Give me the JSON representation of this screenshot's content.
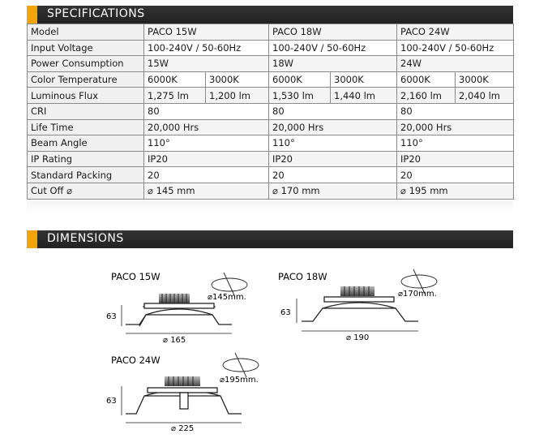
{
  "sections": {
    "specifications": "SPECIFICATIONS",
    "dimensions": "DIMENSIONS"
  },
  "colors": {
    "accent": "#f2a30f",
    "bar": "#262626"
  },
  "spec": {
    "model": {
      "label": "Model",
      "v": [
        "PACO 15W",
        "PACO 18W",
        "PACO 24W"
      ]
    },
    "input_voltage": {
      "label": "Input Voltage",
      "v": [
        "100-240V / 50-60Hz",
        "100-240V / 50-60Hz",
        "100-240V / 50-60Hz"
      ]
    },
    "power": {
      "label": "Power Consumption",
      "v": [
        "15W",
        "18W",
        "24W"
      ]
    },
    "color_temp": {
      "label": "Color Temperature",
      "v": [
        "6000K",
        "3000K",
        "6000K",
        "3000K",
        "6000K",
        "3000K"
      ]
    },
    "flux": {
      "label": "Luminous Flux",
      "v": [
        "1,275  lm",
        "1,200 lm",
        "1,530 lm",
        "1,440 lm",
        "2,160 lm",
        "2,040 lm"
      ]
    },
    "cri": {
      "label": "CRI",
      "v": [
        "80",
        "80",
        "80"
      ]
    },
    "life": {
      "label": "Life Time",
      "v": [
        "20,000 Hrs",
        "20,000 Hrs",
        "20,000 Hrs"
      ]
    },
    "beam": {
      "label": "Beam Angle",
      "v": [
        "110°",
        "110°",
        "110°"
      ]
    },
    "ip": {
      "label": "IP Rating",
      "v": [
        "IP20",
        "IP20",
        "IP20"
      ]
    },
    "packing": {
      "label": "Standard Packing",
      "v": [
        "20",
        "20",
        "20"
      ]
    },
    "cutoff": {
      "label": "Cut Off ⌀",
      "v": [
        "⌀ 145 mm",
        "⌀ 170 mm",
        "⌀ 195 mm"
      ]
    }
  },
  "drawings": [
    {
      "title": "PACO 15W",
      "height": "63",
      "width": "⌀ 165",
      "cutout": "⌀145mm."
    },
    {
      "title": "PACO 18W",
      "height": "63",
      "width": "⌀ 190",
      "cutout": "⌀170mm."
    },
    {
      "title": "PACO 24W",
      "height": "63",
      "width": "⌀ 225",
      "cutout": "⌀195mm."
    }
  ]
}
